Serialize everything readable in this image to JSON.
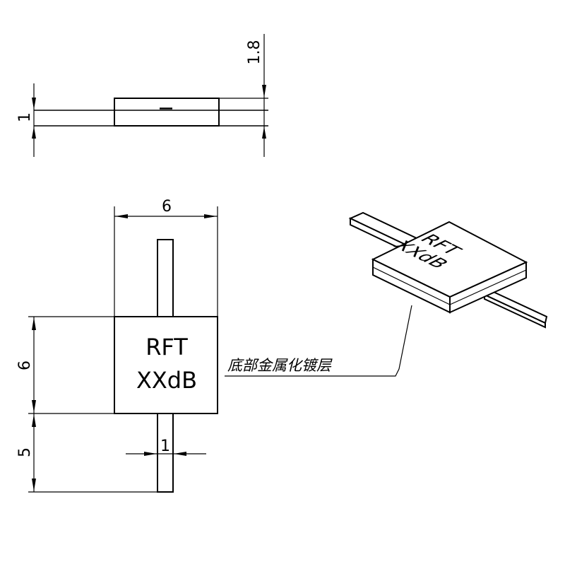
{
  "side_view": {
    "height_dim": "1.8",
    "lead_thickness_dim": "1"
  },
  "top_view": {
    "width_dim": "6",
    "height_dim": "6",
    "lead_length_dim": "5",
    "lead_width_dim": "1",
    "marking_line1": "RFT",
    "marking_line2": "XXdB"
  },
  "iso_view": {
    "marking_line1": "RFT",
    "marking_line2": "XXdB",
    "callout": "底部金属化镀层"
  }
}
